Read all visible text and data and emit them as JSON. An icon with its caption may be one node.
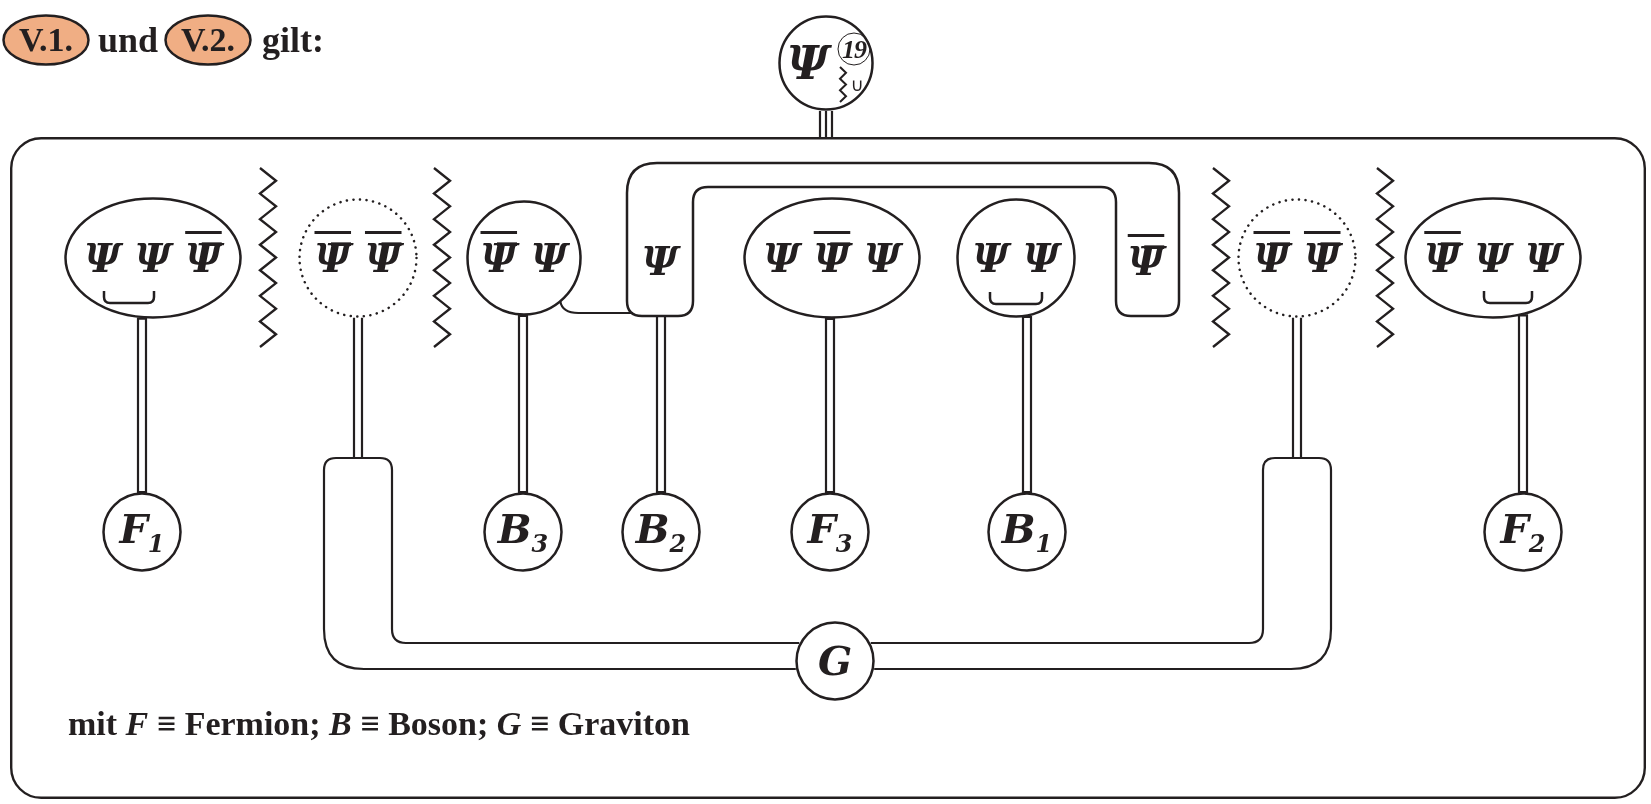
{
  "diagram": {
    "nodes": [
      {
        "text": [
          "V.1."
        ]
      },
      {
        "text": [
          "V.2."
        ]
      },
      {
        "text": [
          "Ψ",
          "19",
          "∪"
        ]
      },
      {
        "text": [
          "mit *F* ≡ Fermion; *B* ≡ Boson; *G* ≡ Graviton"
        ]
      },
      {
        "text": [
          "Ψ Ψ Ψ̅"
        ],
        "in": 3
      },
      {
        "text": [
          "Ψ̅ Ψ̅"
        ],
        "in": 3
      },
      {
        "text": [
          "Ψ̅ Ψ"
        ],
        "in": 3
      },
      {
        "text": [
          "Ψ",
          "Ψ̅"
        ],
        "in": 3
      },
      {
        "text": [
          "Ψ Ψ̅ Ψ"
        ],
        "in": 3
      },
      {
        "text": [
          "Ψ Ψ"
        ],
        "in": 3
      },
      {
        "text": [
          "Ψ̅ Ψ̅"
        ],
        "in": 3
      },
      {
        "text": [
          "Ψ̅ Ψ Ψ"
        ],
        "in": 3
      },
      {
        "text": [
          "F$_{1}$"
        ],
        "in": 3
      },
      {
        "text": [
          "B$_{3}$"
        ],
        "in": 3
      },
      {
        "text": [
          "B$_{2}$"
        ],
        "in": 3
      },
      {
        "text": [
          "F$_{3}$"
        ],
        "in": 3
      },
      {
        "text": [
          "B$_{1}$"
        ],
        "in": 3
      },
      {
        "text": [
          "F$_{2}$"
        ],
        "in": 3
      },
      {
        "text": [
          "G"
        ],
        "in": 3
      }
    ],
    "edges": [
      {
        "from": 2,
        "to": 3,
        "arrow": "none"
      },
      {
        "from": 4,
        "to": 12,
        "arrow": "none"
      },
      {
        "from": 5,
        "to": 18,
        "arrow": "none"
      },
      {
        "from": 6,
        "to": 13,
        "arrow": "none"
      },
      {
        "from": 6,
        "to": 7,
        "arrow": "none"
      },
      {
        "from": 7,
        "to": 14,
        "arrow": "none"
      },
      {
        "from": 8,
        "to": 15,
        "arrow": "none"
      },
      {
        "from": 9,
        "to": 16,
        "arrow": "none"
      },
      {
        "from": 10,
        "to": 18,
        "arrow": "none"
      },
      {
        "from": 11,
        "to": 17,
        "arrow": "none"
      }
    ],
    "labels": [
      "und",
      "gilt:"
    ]
  }
}
